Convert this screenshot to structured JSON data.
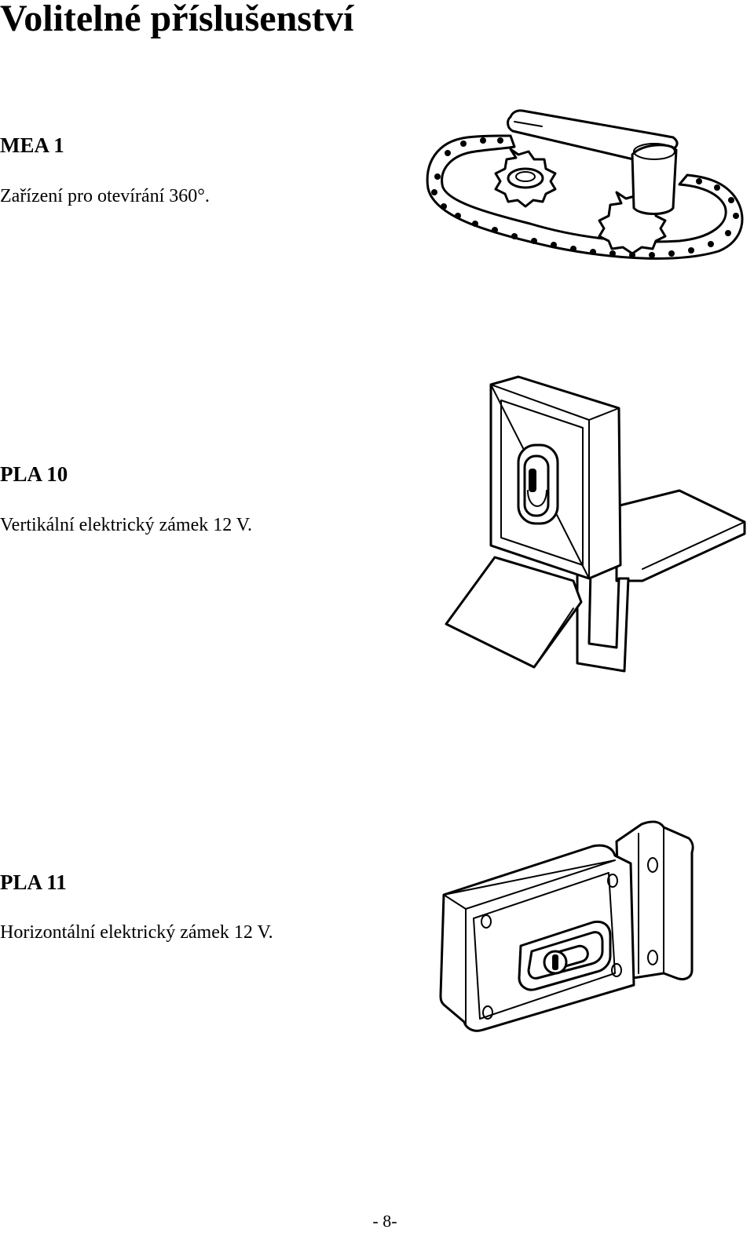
{
  "page": {
    "title": "Volitelné příslušenství",
    "page_number": "- 8-"
  },
  "items": [
    {
      "code": "MEA 1",
      "description": "Zařízení pro otevírání 360°.",
      "illustration": "chain-sprocket-opening-device"
    },
    {
      "code": "PLA 10",
      "description": "Vertikální elektrický zámek 12 V.",
      "illustration": "vertical-electric-lock"
    },
    {
      "code": "PLA 11",
      "description": "Horizontální elektrický zámek 12 V.",
      "illustration": "horizontal-electric-lock"
    }
  ]
}
